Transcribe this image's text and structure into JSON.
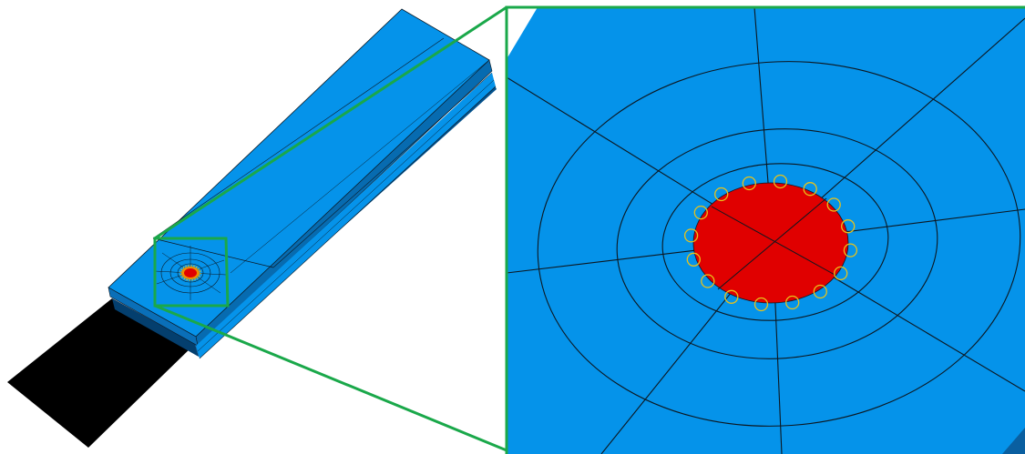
{
  "figure": {
    "overview": {
      "description_visible": false,
      "colors": {
        "plate": "#0593ea",
        "plate_side": "#076bb0",
        "plate_dark_side": "#04528d",
        "edge": "#0b1a26",
        "grip": "#000000",
        "weld_nugget": "#e00000",
        "weld_ring": "#f09000"
      }
    },
    "zoom": {
      "colors": {
        "callout_frame": "#1aa84a",
        "plate": "#0593ea",
        "mesh_line": "#0d1720",
        "nugget": "#e00000",
        "marker_circle": "#e8c21a"
      },
      "marker_count": 16,
      "ring_count": 3,
      "radial_line_count": 8
    }
  }
}
